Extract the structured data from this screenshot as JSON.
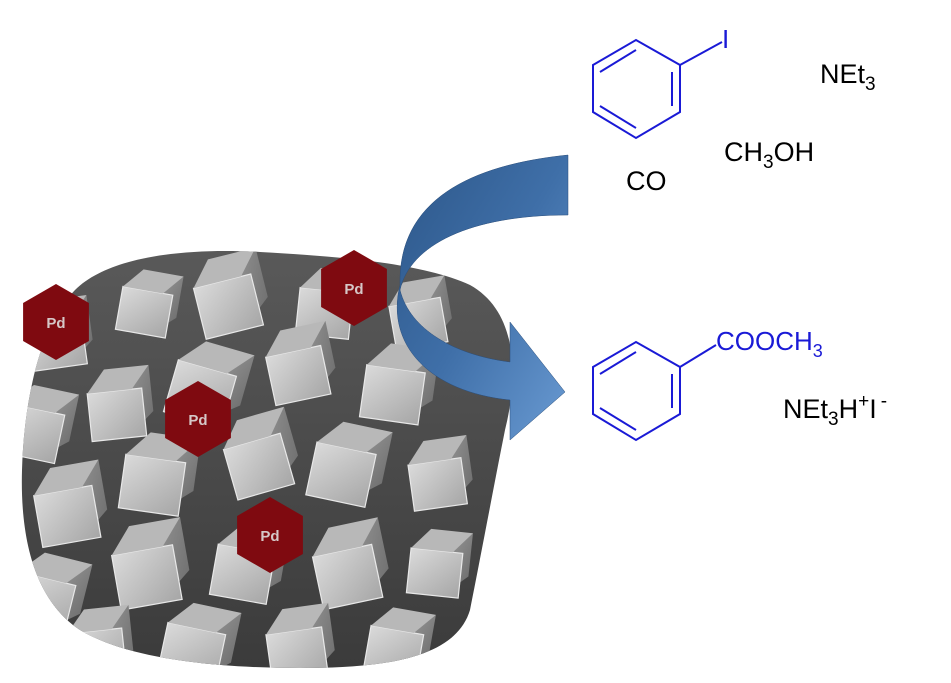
{
  "colors": {
    "molecule": "#1a1ad6",
    "reagent_text": "#000000",
    "pd_fill": "#7f0a10",
    "pd_text": "#d6c8c8",
    "arrow_dark": "#2f5a8c",
    "arrow_light": "#5b8fc9",
    "crystal_base": "#6e6e6e"
  },
  "icons": [
    "crystal-particle-image",
    "curved-reaction-arrow",
    "benzene-ring"
  ],
  "reactants": {
    "iodo_substituent": "I",
    "reagents": {
      "base": {
        "main": "NEt",
        "sub": "3"
      },
      "solvent": {
        "a": "CH",
        "a_sub": "3",
        "b": "OH"
      },
      "gas": "CO"
    }
  },
  "products": {
    "ester": {
      "main": "COOCH",
      "sub": "3"
    },
    "salt": {
      "a": "NEt",
      "a_sub": "3",
      "b": "H",
      "b_sup": "+",
      "c": "I",
      "c_sup": "-"
    }
  },
  "catalyst": {
    "sites": [
      "Pd",
      "Pd",
      "Pd",
      "Pd",
      "Pd"
    ]
  }
}
